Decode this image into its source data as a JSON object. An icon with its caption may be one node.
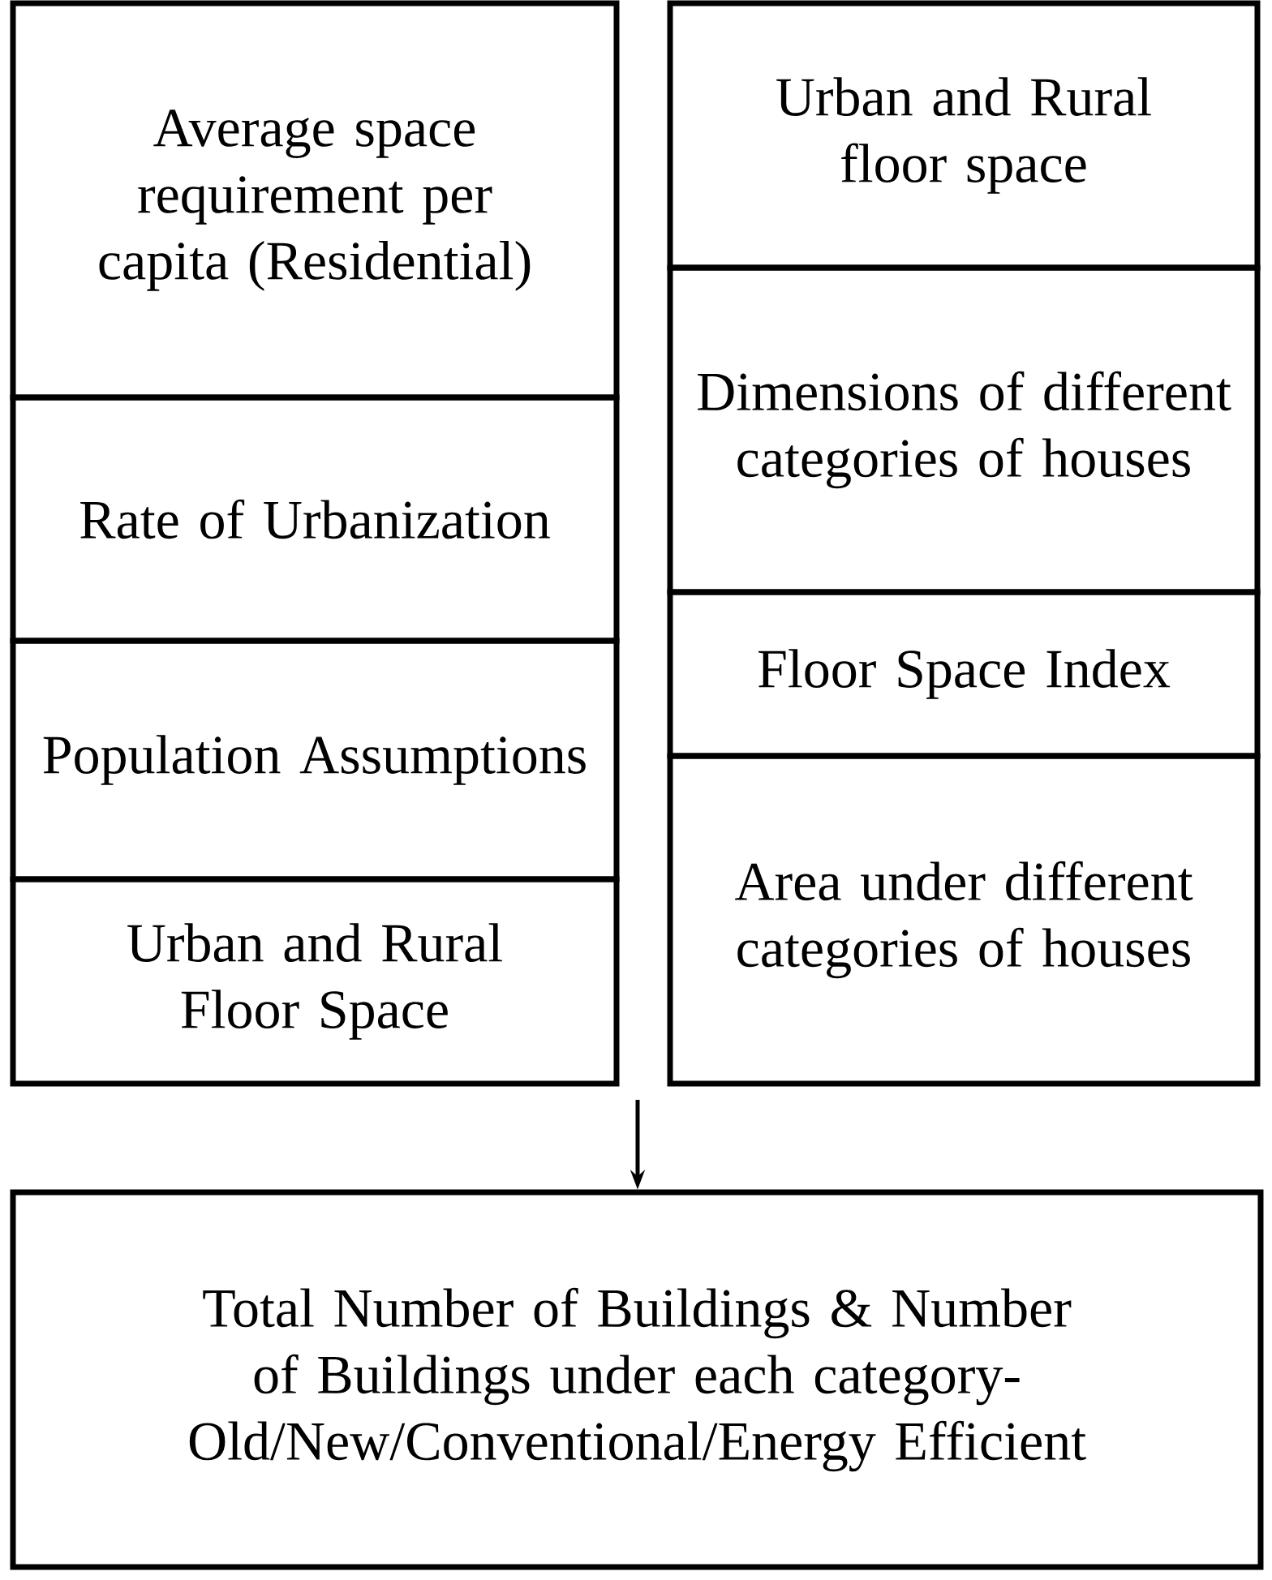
{
  "diagram": {
    "nodes": [
      {
        "text": [
          "Average space requirement per capita (Residential)"
        ]
      },
      {
        "text": [
          "Rate of Urbanization"
        ]
      },
      {
        "text": [
          "Population Assumptions"
        ]
      },
      {
        "text": [
          "Urban and Rural Floor Space"
        ]
      },
      {
        "text": [
          "Urban and Rural floor space"
        ]
      },
      {
        "text": [
          "Dimensions of different categories of houses"
        ]
      },
      {
        "text": [
          "Floor Space Index"
        ]
      },
      {
        "text": [
          "Area under different categories of houses"
        ]
      },
      {
        "text": [
          "Total Number of Buildings & Number of Buildings under each category- Old/New/Conventional/Energy Efficient"
        ]
      }
    ],
    "edges": [
      {
        "from": null,
        "to": 8,
        "arrow": "to"
      }
    ]
  }
}
